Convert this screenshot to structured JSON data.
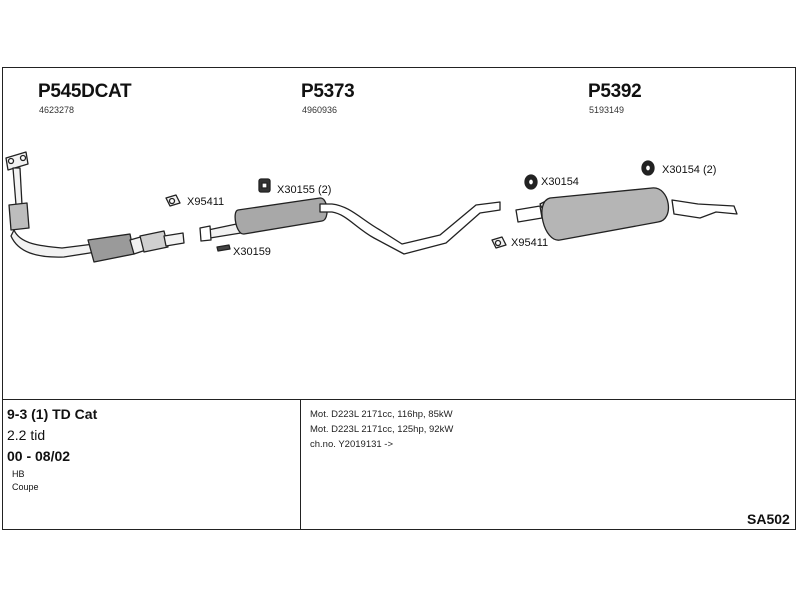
{
  "parts": [
    {
      "part_no": "P545DCAT",
      "oe_no": "4623278"
    },
    {
      "part_no": "P5373",
      "oe_no": "4960936"
    },
    {
      "part_no": "P5392",
      "oe_no": "5193149"
    }
  ],
  "hardware": [
    {
      "label": "X95411"
    },
    {
      "label": "X30155 (2)"
    },
    {
      "label": "X30159"
    },
    {
      "label": "X30154"
    },
    {
      "label": "X30154 (2)"
    },
    {
      "label": "X95411"
    }
  ],
  "vehicle": {
    "model": "9-3 (1) TD Cat",
    "engine": "2.2 tid",
    "years": "00 - 08/02",
    "body_types": [
      "HB",
      "Coupe"
    ]
  },
  "motor_info": [
    "Mot. D223L 2171cc, 116hp, 85kW",
    "Mot. D223L 2171cc, 125hp, 92kW",
    "ch.no. Y2019131 ->"
  ],
  "system_code": "SA502"
}
